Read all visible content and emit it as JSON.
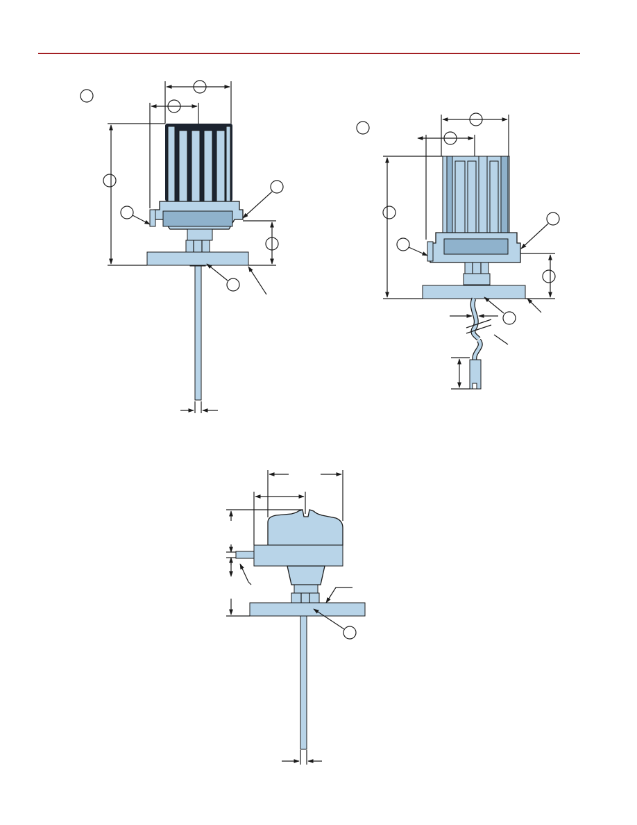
{
  "page": {
    "rule_color": "#a31f24",
    "fill_color": "#b8d4e8",
    "shadow_color": "#8fb2cc",
    "line_color": "#1a1a1a"
  },
  "figures": [
    {
      "name": "figure-a",
      "callout_circles": 7,
      "description_label": ""
    },
    {
      "name": "figure-b",
      "callout_circles": 7,
      "description_label": ""
    },
    {
      "name": "figure-c",
      "callout_circles": 1,
      "description_label": ""
    }
  ]
}
